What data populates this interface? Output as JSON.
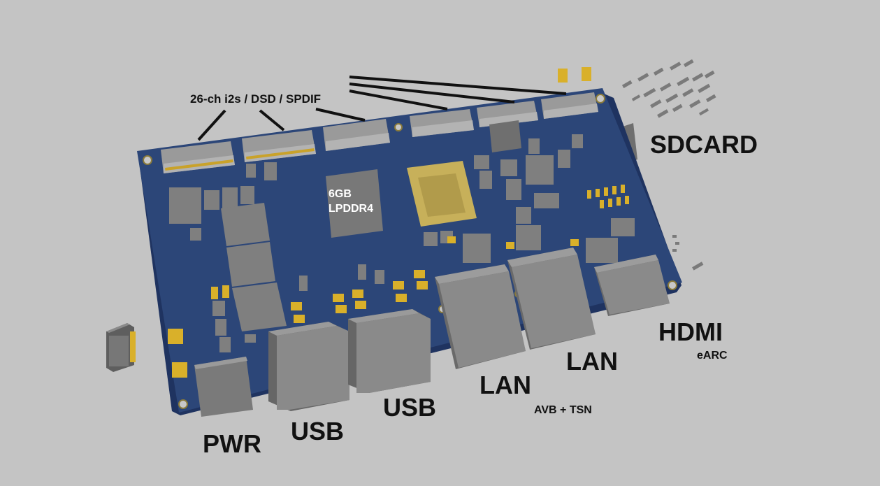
{
  "labels": {
    "audio": "26-ch i2s / DSD / SPDIF",
    "memory": "6GB",
    "memory_type": "LPDDR4",
    "sdcard": "SDCARD",
    "hdmi": "HDMI",
    "earc": "eARC",
    "lan1": "LAN",
    "lan2": "LAN",
    "avb_tsn": "AVB + TSN",
    "usb1": "USB",
    "usb2": "USB",
    "pwr": "PWR"
  },
  "colors": {
    "background": "#c4c4c4",
    "pcb": "#2c4678",
    "component": "#8c8c8c",
    "pad": "#d9b02a",
    "label": "#111111",
    "chip_label": "#ffffff"
  }
}
